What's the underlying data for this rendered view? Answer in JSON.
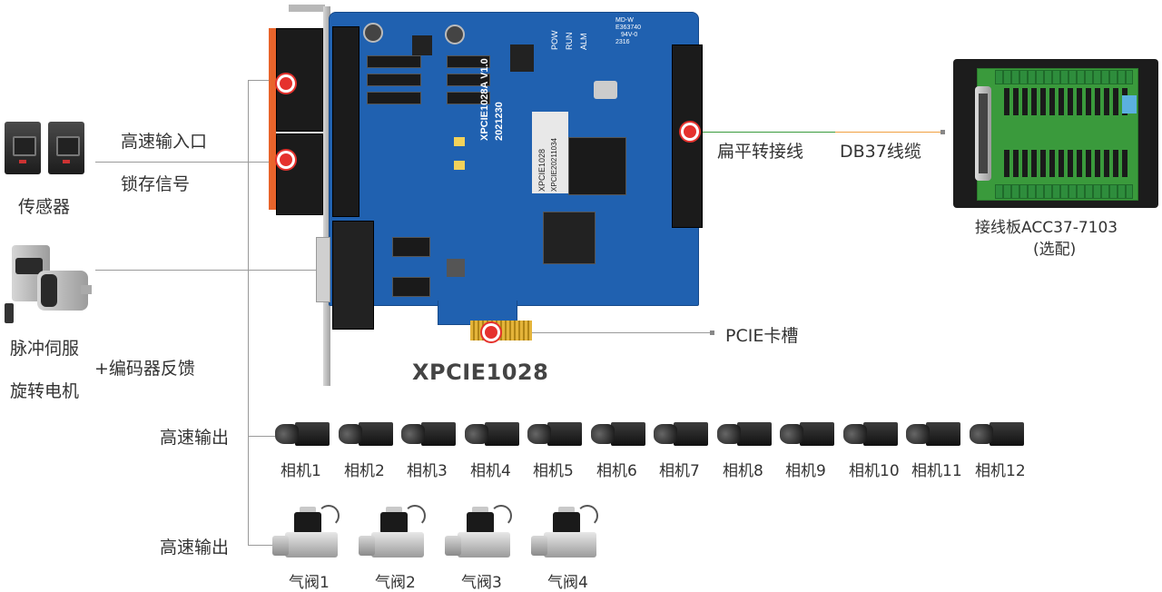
{
  "labels": {
    "high_speed_input": "高速输入口",
    "latch_signal": "锁存信号",
    "sensor": "传感器",
    "pulse_servo": "脉冲伺服",
    "stepper_motor": "旋转电机",
    "encoder_feedback": "+编码器反馈",
    "flat_adapter": "扁平转接线",
    "db37_cable": "DB37线缆",
    "terminal_board": "接线板ACC37-7103",
    "optional": "(选配)",
    "pcie_slot": "PCIE卡槽",
    "card_model": "XPCIE1028",
    "high_speed_output_cam": "高速输出",
    "high_speed_output_valve": "高速输出"
  },
  "pcb_text": {
    "model_rev": "XPCIE1028A V1.0",
    "date": "2021230",
    "serial1": "XPCIE1028",
    "serial2": "XPCIE20211034",
    "leds": [
      "POW",
      "RUN",
      "ALM"
    ],
    "mark1": "MD-W",
    "mark2": "E363740",
    "mark3": "94V-0",
    "mark4": "2316"
  },
  "cameras": [
    "相机1",
    "相机2",
    "相机3",
    "相机4",
    "相机5",
    "相机6",
    "相机7",
    "相机8",
    "相机9",
    "相机10",
    "相机11",
    "相机12"
  ],
  "valves": [
    "气阀1",
    "气阀2",
    "气阀3",
    "气阀4"
  ],
  "colors": {
    "pcb_blue": "#2061b0",
    "target_red": "#e5322d",
    "connector_orange": "#e8642b",
    "cable_green": "#3a9a3c",
    "cable_orange": "#f0a040",
    "line_gray": "#9a9a9a"
  },
  "icons": [
    "sensor-icon",
    "servo-motor-icon",
    "camera-icon",
    "valve-icon",
    "terminal-board-icon",
    "pcie-card-icon",
    "target-marker-icon"
  ]
}
